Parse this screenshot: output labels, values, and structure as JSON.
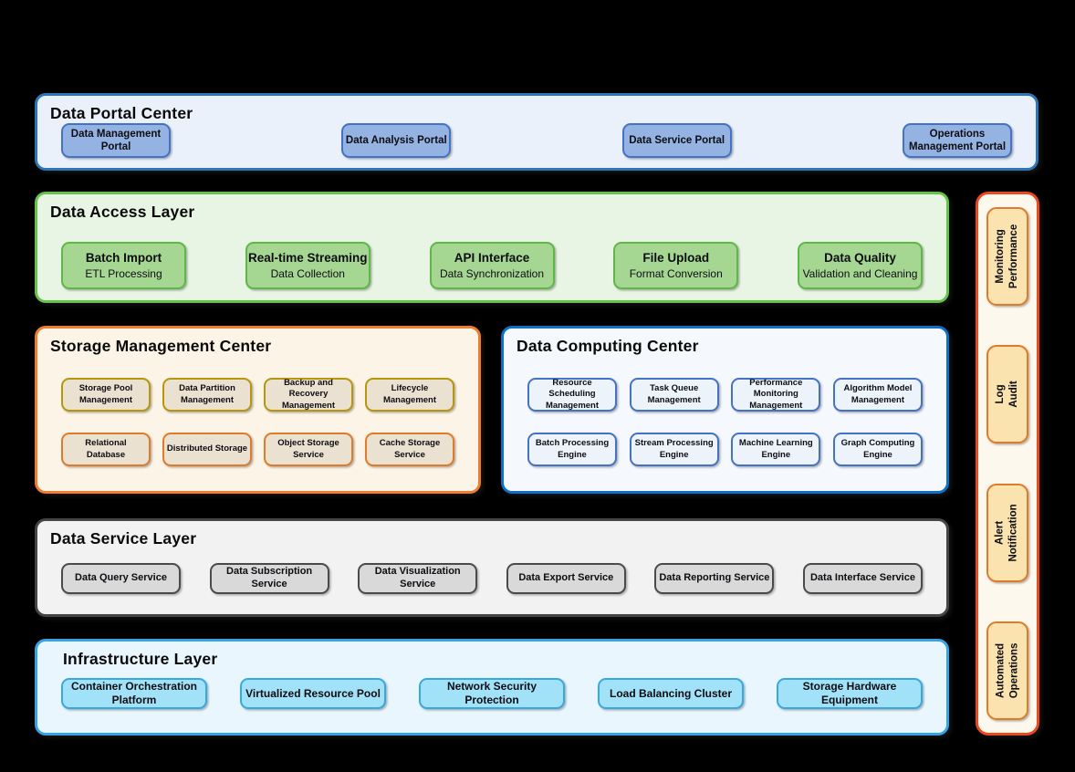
{
  "palette": {
    "canvas_bg": "#000000",
    "portal_frame_border": "#2e75b6",
    "portal_frame_bg": "#eaf1fa",
    "portal_node_bg": "#94b3e3",
    "portal_node_border": "#4472c4",
    "access_frame_border": "#65c24a",
    "access_frame_bg": "#e9f5e4",
    "access_node_bg": "#a5d692",
    "access_node_border": "#5db946",
    "storage_frame_border": "#ed7d31",
    "storage_frame_bg": "#fdf4e8",
    "storage_node_bg": "#eae1d0",
    "storage_row1_border": "#b8960c",
    "storage_row2_border": "#e07b28",
    "computing_frame_border": "#0d70c4",
    "computing_frame_bg": "#f5f9fd",
    "computing_node_bg": "#edf3fb",
    "computing_node_border": "#4472c4",
    "service_frame_border": "#454545",
    "service_frame_bg": "#f2f2f2",
    "service_node_bg": "#d9d9d9",
    "infra_frame_border": "#38a3e4",
    "infra_frame_bg": "#e9f6fd",
    "infra_node_bg": "#a2e2f8",
    "sidebar_frame_border": "#e8491f",
    "sidebar_frame_bg": "#fdf8ee",
    "sidebar_node_bg": "#fbe3b0",
    "sidebar_node_border": "#e07b28"
  },
  "layers": {
    "portal": {
      "title": "Data Portal Center",
      "items": [
        "Data Management Portal",
        "Data Analysis Portal",
        "Data Service Portal",
        "Operations Management Portal"
      ]
    },
    "access": {
      "title": "Data Access Layer",
      "items": [
        {
          "title": "Batch Import",
          "subtitle": "ETL Processing"
        },
        {
          "title": "Real-time Streaming",
          "subtitle": "Data Collection"
        },
        {
          "title": "API Interface",
          "subtitle": "Data Synchronization"
        },
        {
          "title": "File Upload",
          "subtitle": "Format Conversion"
        },
        {
          "title": "Data Quality",
          "subtitle": "Validation and Cleaning"
        }
      ]
    },
    "storage": {
      "title": "Storage Management Center",
      "row1": [
        "Storage Pool Management",
        "Data Partition Management",
        "Backup and Recovery Management",
        "Lifecycle Management"
      ],
      "row2": [
        "Relational Database",
        "Distributed Storage",
        "Object Storage Service",
        "Cache Storage Service"
      ]
    },
    "computing": {
      "title": "Data Computing Center",
      "row1": [
        "Resource Scheduling Management",
        "Task Queue Management",
        "Performance Monitoring Management",
        "Algorithm Model Management"
      ],
      "row2": [
        "Batch Processing Engine",
        "Stream Processing Engine",
        "Machine Learning Engine",
        "Graph Computing Engine"
      ]
    },
    "service": {
      "title": "Data Service Layer",
      "items": [
        "Data Query Service",
        "Data Subscription Service",
        "Data Visualization Service",
        "Data Export Service",
        "Data Reporting Service",
        "Data Interface Service"
      ]
    },
    "infrastructure": {
      "title": "Infrastructure Layer",
      "items": [
        "Container Orchestration Platform",
        "Virtualized Resource Pool",
        "Network Security Protection",
        "Load Balancing Cluster",
        "Storage Hardware Equipment"
      ]
    },
    "sidebar": {
      "items": [
        "Monitoring Performance",
        "Log Audit",
        "Alert Notification",
        "Automated Operations"
      ]
    }
  }
}
